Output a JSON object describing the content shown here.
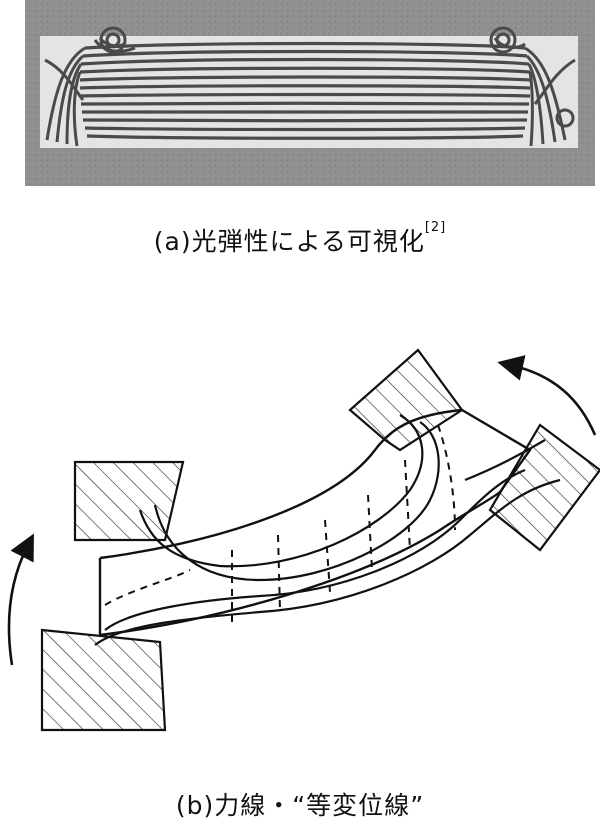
{
  "caption_a": {
    "text": "(a)光弾性による可視化",
    "citation": "[2]"
  },
  "caption_b": {
    "text": "(b)力線・“等変位線”"
  }
}
